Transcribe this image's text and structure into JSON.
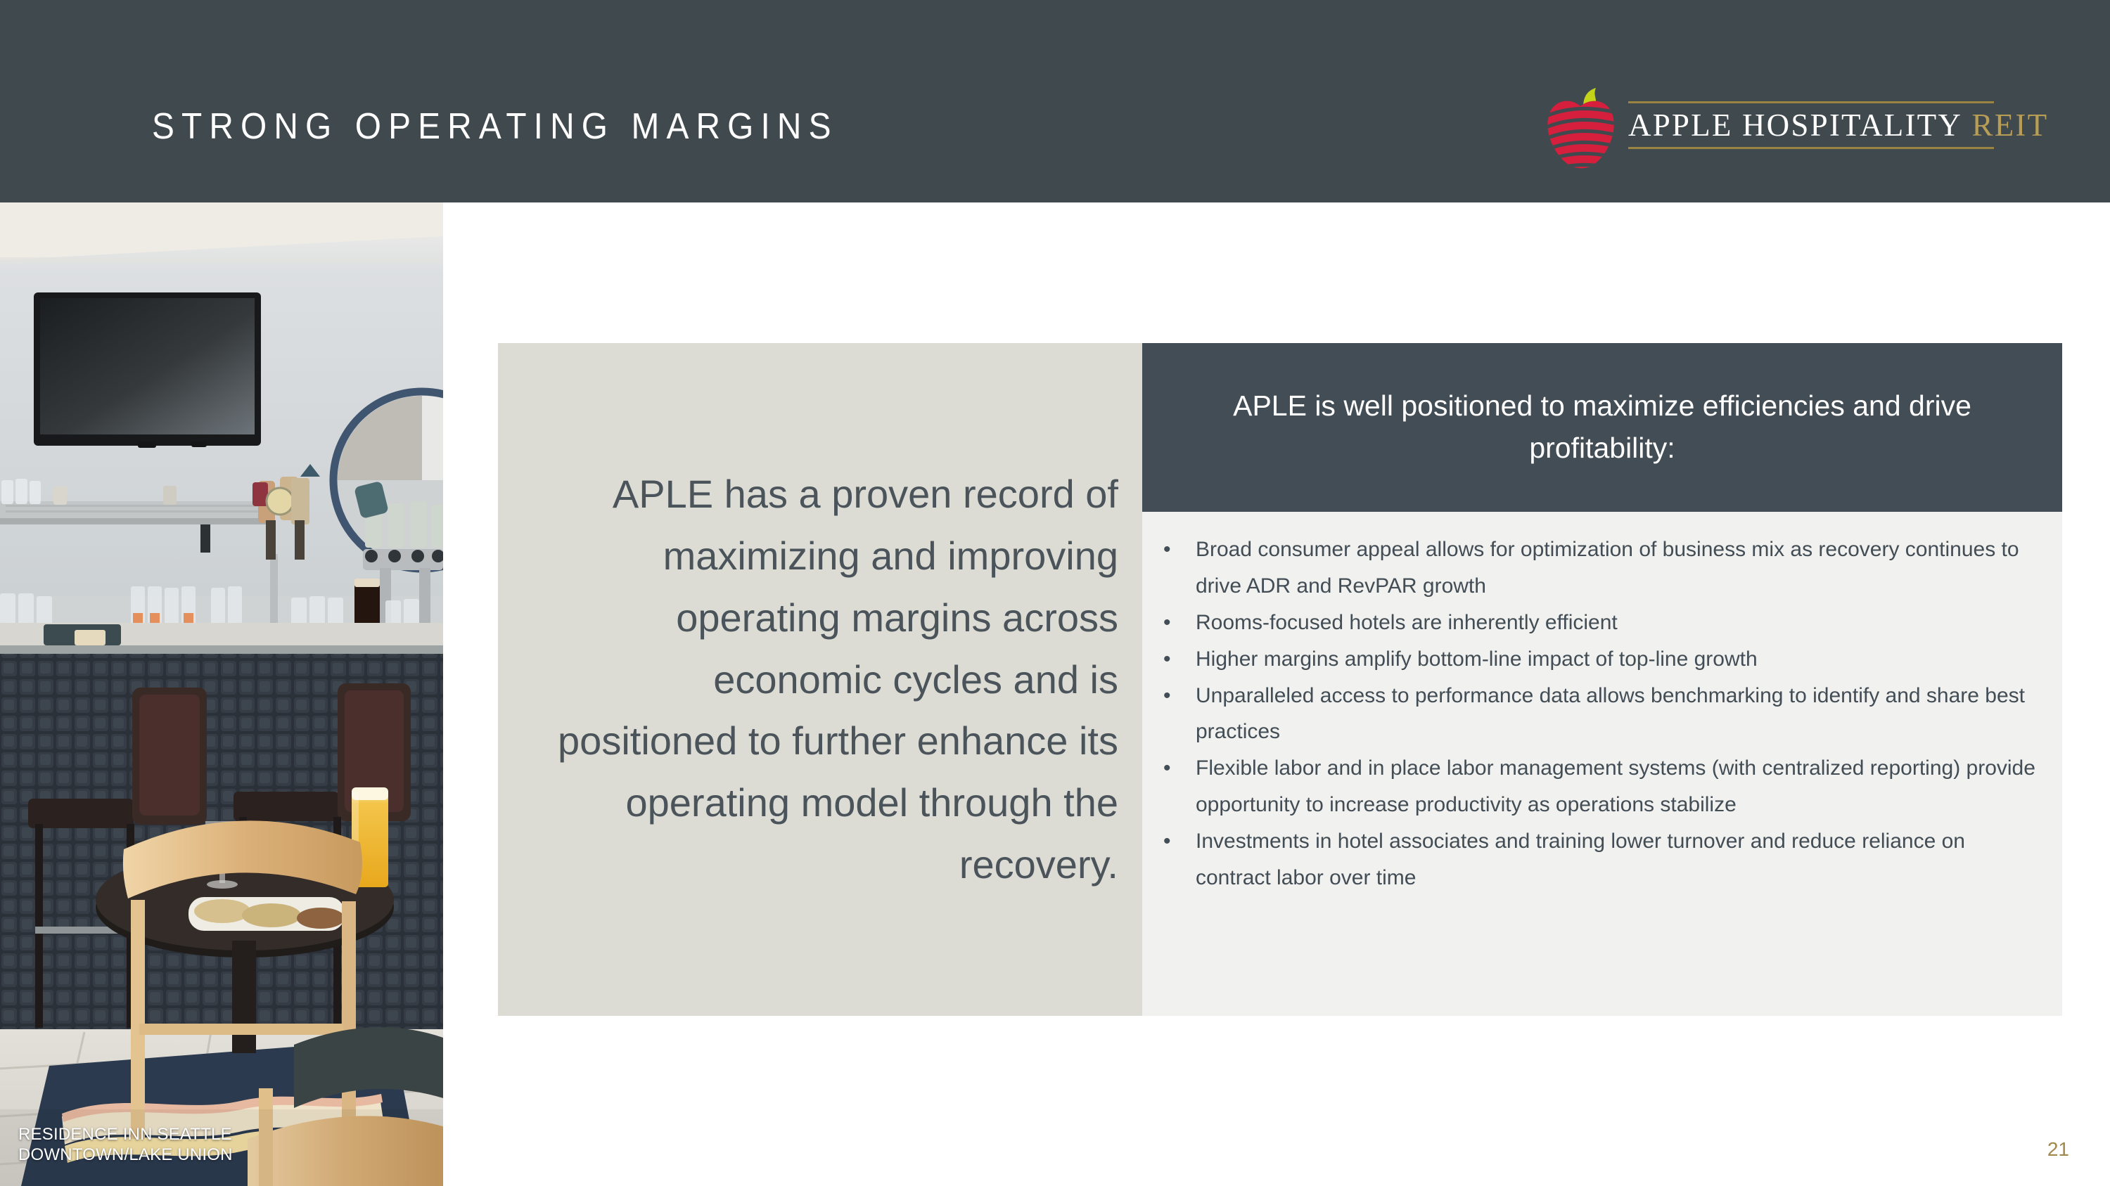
{
  "header": {
    "title": "STRONG OPERATING MARGINS",
    "band_color": "#404a4e",
    "logo": {
      "brand_primary": "APPLE HOSPITALITY",
      "brand_secondary": "REIT",
      "apple_icon": "apple-logo-icon",
      "apple_color": "#d51f3c",
      "leaf_color": "#c3d419",
      "gold_color": "#b79d55",
      "rule_color": "#9b8442"
    }
  },
  "photo": {
    "caption_line_1": "RESIDENCE INN SEATTLE",
    "caption_line_2": "DOWNTOWN/LAKE UNION",
    "alt_name": "hotel-bar-lounge-photo"
  },
  "statement": {
    "text": "APLE has a proven record of maximizing and improving operating margins across economic cycles and is positioned to further enhance its operating model through the recovery.",
    "panel_color": "#dcdcd4",
    "text_color": "#4a545a"
  },
  "callout": {
    "heading": "APLE is well positioned to maximize efficiencies and drive profitability:",
    "heading_bg": "#434d55",
    "body_bg": "#f1f1ef",
    "bullet_marker": "•",
    "bullets": [
      "Broad consumer appeal allows for optimization of business mix as recovery continues to drive ADR and RevPAR growth",
      "Rooms-focused hotels are inherently efficient",
      "Higher margins amplify bottom-line impact of top-line growth",
      "Unparalleled access to performance data allows benchmarking to identify and share best practices",
      "Flexible labor and in place labor management systems (with centralized reporting) provide opportunity to increase productivity as operations stabilize",
      "Investments in hotel associates and training lower turnover and reduce reliance on contract labor over time"
    ]
  },
  "footer": {
    "page_number": "21",
    "page_number_color": "#a1894c"
  }
}
